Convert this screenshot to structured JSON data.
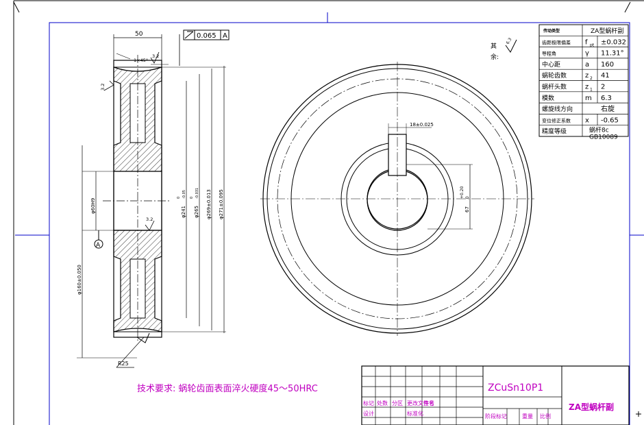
{
  "dims": {
    "width": "50",
    "geom_tol_value": "0.065",
    "geom_tol_datum": "A",
    "chamfer": "1×45°",
    "rough_top": "3.2",
    "rough_left": "3.2",
    "rough_hub": "3.2",
    "d241": "φ241",
    "d241_tol_a": "0",
    "d241_tol_b": "-0.05",
    "d265": "φ265",
    "d265_tol_a": "0",
    "d265_tol_b": "-0.031",
    "d269": "φ269±0.013",
    "d271": "φ271±0.095",
    "bore": "φ60H9",
    "hub": "φ160±0.050",
    "radius": "R25",
    "datum": "A",
    "key_width": "18±0.025",
    "key_depth_tol_a": "+0.20",
    "key_depth_tol_b": "0",
    "key_depth": "67"
  },
  "remark": {
    "line1": "其",
    "line2": "余:",
    "rough": "6.3"
  },
  "params": {
    "header_left": "传动类型",
    "header_right": "ZA型蜗杆副",
    "rows": [
      {
        "name": "齿距极限偏差",
        "sym": "f",
        "sub": "pt",
        "val": "±0.032"
      },
      {
        "name": "导程角",
        "sym": "γ",
        "sub": "",
        "val": "11.31°"
      },
      {
        "name": "中心距",
        "sym": "a",
        "sub": "",
        "val": "160"
      },
      {
        "name": "蜗轮齿数",
        "sym": "z",
        "sub": "2",
        "val": "41"
      },
      {
        "name": "蜗杆头数",
        "sym": "z",
        "sub": "1",
        "val": "2"
      },
      {
        "name": "模数",
        "sym": "m",
        "sub": "",
        "val": "6.3"
      },
      {
        "name": "螺旋线方向",
        "sym": "",
        "sub": "",
        "val": "右旋"
      },
      {
        "name": "变位修正系数",
        "sym": "x",
        "sub": "",
        "val": "-0.65"
      }
    ],
    "last_name": "精度等级",
    "last_val1": "蜗杆8c",
    "last_val2": "GB10089"
  },
  "note": "技术要求: 蜗轮齿面表面淬火硬度45～50HRC",
  "titleblock": {
    "material": "ZCuSn10P1",
    "title": "ZA型蜗杆副",
    "row_labels": [
      "标记",
      "处数",
      "分区",
      "更改文件号",
      "签名"
    ],
    "row2_labels": [
      "设计",
      "",
      "",
      "标准化",
      ""
    ],
    "right_labels": [
      "阶段标记",
      "重量",
      "比例"
    ]
  }
}
